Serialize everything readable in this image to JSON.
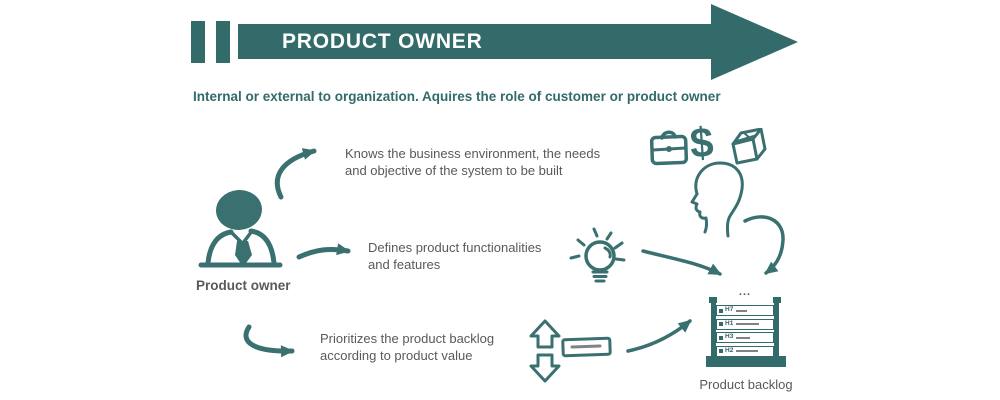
{
  "colors": {
    "banner_teal": "#336A6A",
    "sketch_teal": "#3A7070",
    "text_gray": "#58595B",
    "line_gray": "#808285"
  },
  "banner": {
    "title": "PRODUCT OWNER"
  },
  "subtitle": "Internal or external to organization. Aquires the role of customer or product owner",
  "actor": {
    "label": "Product owner"
  },
  "responsibilities": [
    {
      "line1": "Knows the business environment, the needs",
      "line2": "and objective of the system to be built"
    },
    {
      "line1": "Defines product functionalities",
      "line2": "and features"
    },
    {
      "line1": "Prioritizes the product backlog",
      "line2": "according to product value"
    }
  ],
  "icons": {
    "dollar_glyph": "$",
    "names": [
      "briefcase-icon",
      "dollar-icon",
      "cube-icon",
      "head-profile-icon",
      "lightbulb-icon",
      "up-arrow-icon",
      "down-arrow-icon",
      "story-card-icon",
      "person-icon"
    ]
  },
  "backlog": {
    "label": "Product backlog",
    "ellipsis": "...",
    "items": [
      {
        "id": "H7"
      },
      {
        "id": "H1"
      },
      {
        "id": "H3"
      },
      {
        "id": "H2"
      }
    ]
  }
}
